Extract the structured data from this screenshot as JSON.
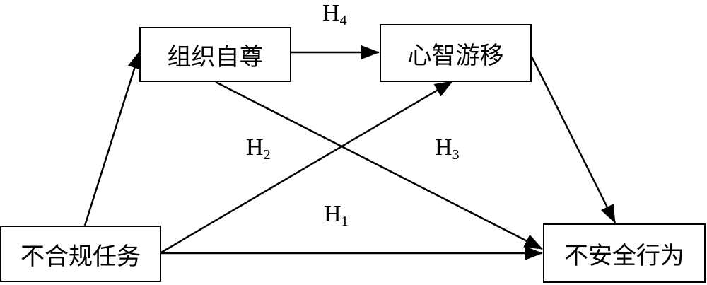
{
  "nodes": {
    "org_self_esteem": "组织自尊",
    "mind_wandering": "心智游移",
    "illegitimate_tasks": "不合规任务",
    "unsafe_behavior": "不安全行为"
  },
  "hypotheses": {
    "h1": {
      "base": "H",
      "sub": "1"
    },
    "h2": {
      "base": "H",
      "sub": "2"
    },
    "h3": {
      "base": "H",
      "sub": "3"
    },
    "h4": {
      "base": "H",
      "sub": "4"
    }
  },
  "colors": {
    "line": "#000000",
    "background": "#ffffff"
  }
}
